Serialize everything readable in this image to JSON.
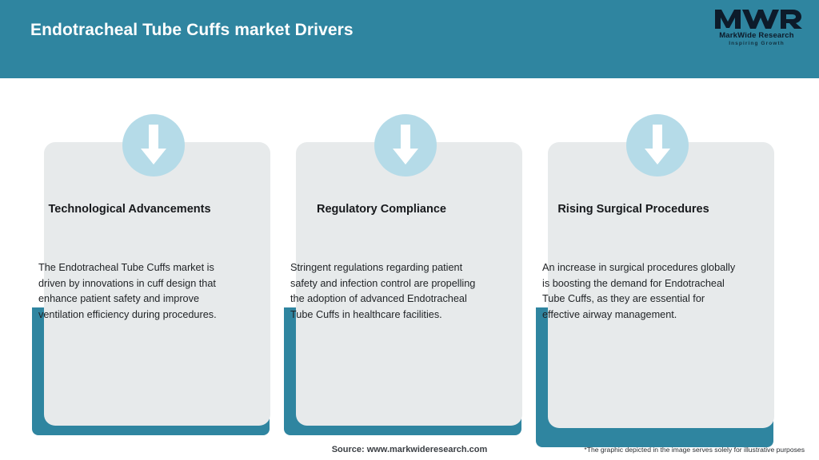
{
  "header": {
    "title": "Endotracheal Tube Cuffs market Drivers",
    "background_color": "#2f85a0",
    "title_color": "#ffffff"
  },
  "logo": {
    "mark": "MWR",
    "name": "MarkWide Research",
    "tagline": "Inspiring Growth"
  },
  "cards": [
    {
      "icon": "down-arrow-icon",
      "title": "Technological Advancements",
      "body": "The Endotracheal Tube Cuffs market is driven by innovations in cuff design that enhance patient safety and improve ventilation efficiency during procedures."
    },
    {
      "icon": "down-arrow-icon",
      "title": "Regulatory Compliance",
      "body": "Stringent regulations regarding patient safety and infection control are propelling the adoption of advanced Endotracheal Tube Cuffs in healthcare facilities."
    },
    {
      "icon": "down-arrow-icon",
      "title": "Rising Surgical Procedures",
      "body": "An increase in surgical procedures globally is boosting the demand for Endotracheal Tube Cuffs, as they are essential for effective airway management."
    }
  ],
  "footer": {
    "source": "Source: www.markwideresearch.com",
    "disclaimer": "*The graphic depicted in the image serves solely for illustrative purposes"
  },
  "colors": {
    "teal": "#2f85a0",
    "card_gray": "#e7eaeb",
    "badge_blue": "#b5dbe8",
    "page_background": "#ffffff"
  }
}
